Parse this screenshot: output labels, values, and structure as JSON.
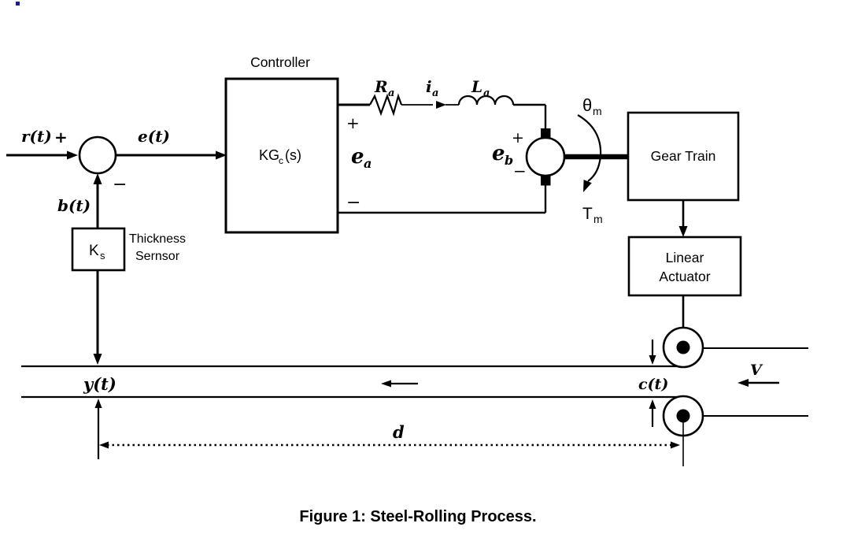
{
  "figure": {
    "caption": "Figure 1: Steel-Rolling Process."
  },
  "colors": {
    "ink": "#000000",
    "background": "#ffffff",
    "artifact_dot": "#1b1b8a"
  },
  "diagram": {
    "summing": {
      "input_label": "r(t)",
      "input_sign": "+",
      "error_label": "e(t)",
      "feedback_sign": "−",
      "feedback_label": "b(t)"
    },
    "controller": {
      "title": "Controller",
      "gain_main": "KG",
      "gain_sub": "c",
      "gain_suffix": "(s)"
    },
    "sensor": {
      "gain_main": "K",
      "gain_sub": "s",
      "name_line1": "Thickness",
      "name_line2": "Sernsor"
    },
    "circuit": {
      "resistor_main": "R",
      "resistor_sub": "a",
      "current_main": "i",
      "current_sub": "a",
      "inductor_main": "L",
      "inductor_sub": "a",
      "armature_plus": "+",
      "armature_main": "e",
      "armature_sub": "a",
      "armature_minus": "−",
      "backemf_plus": "+",
      "backemf_main": "e",
      "backemf_sub": "b",
      "backemf_minus": "−"
    },
    "motor": {
      "angle_main": "θ",
      "angle_sub": "m",
      "torque_main": "T",
      "torque_sub": "m"
    },
    "gear_train": {
      "label": "Gear Train"
    },
    "linear_actuator": {
      "line1": "Linear",
      "line2": "Actuator"
    },
    "rolling": {
      "output_label": "y(t)",
      "gap_label": "c(t)",
      "distance_label": "d",
      "velocity_label": "V"
    }
  }
}
